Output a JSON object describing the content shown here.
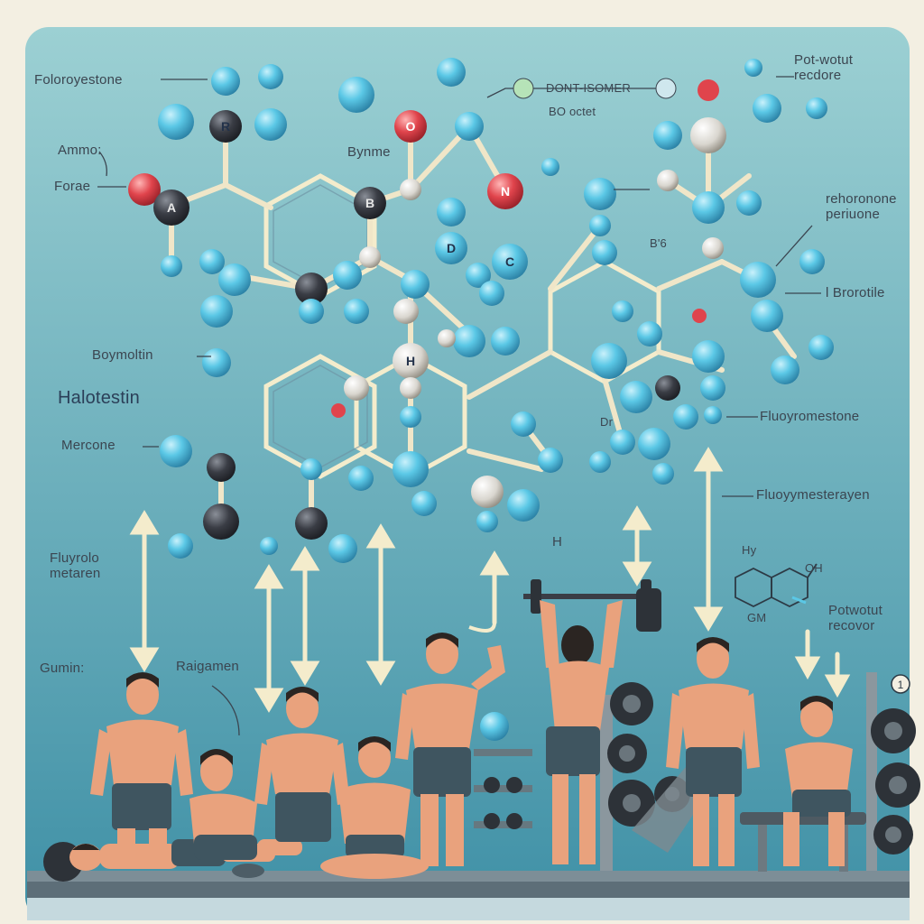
{
  "colors": {
    "paper": "#f3efe2",
    "panel_top": "#9cd0d3",
    "panel_bottom": "#3f90a6",
    "bond": "#f0e6c8",
    "atom_blue": "#5bc8e6",
    "atom_dark": "#3a3d45",
    "atom_red": "#e0444c",
    "skin": "#e9a27d",
    "shorts": "#3f5560"
  },
  "labels": {
    "fluoxymesterone_top": "Foloroyestone",
    "pot_top_right": "Pot-wotut\nrecdore",
    "ammo": "Ammo:",
    "force": "Forae",
    "bynme": "Bynme",
    "flask_label": "DONT-ISOMER",
    "flask_sub": "BO octet",
    "rehorone": "rehoronone\nperiuone",
    "b6": "B'6",
    "bromotile": "l Brorotile",
    "boymoltin": "Boymoltin",
    "halotestin": "Halotestin",
    "fluoxymesterone_mid": "Fluoyromestone",
    "dr": "Dr",
    "mercone": "Mercone",
    "fluoxymesterone_low": "Fluoyymesterayen",
    "fluyro": "Fluyrolo\nmetaren",
    "h_atom": "H",
    "gumin": "Gumin:",
    "raigamen": "Raigamen",
    "hy": "Hy",
    "oh": "OH",
    "gm": "GM",
    "postworkout": "Potwotut\nrecovor",
    "circle_num": "1"
  },
  "atom_letters": {
    "r": "R",
    "a": "A",
    "b": "B",
    "h": "H",
    "o": "O",
    "n": "N",
    "c": "C",
    "d": "D"
  }
}
